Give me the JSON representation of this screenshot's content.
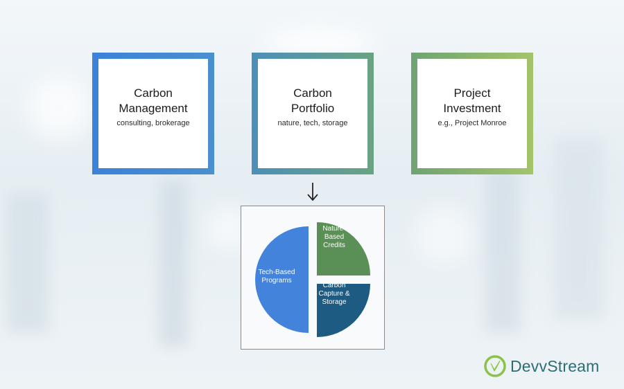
{
  "boxes": [
    {
      "title": "Carbon\nManagement",
      "subtitle": "consulting, brokerage",
      "color_start": "#3b82d8",
      "color_end": "#4a8fd0"
    },
    {
      "title": "Carbon\nPortfolio",
      "subtitle": "nature, tech, storage",
      "color_start": "#4c8fb8",
      "color_end": "#6aa382"
    },
    {
      "title": "Project\nInvestment",
      "subtitle": "e.g., Project Monroe",
      "color_start": "#6fa374",
      "color_end": "#a3c46a"
    }
  ],
  "pie": {
    "segments": [
      {
        "label": "Tech-Based\nPrograms",
        "fraction": 0.5,
        "color": "#4383dc"
      },
      {
        "label": "Nature-\nBased\nCredits",
        "fraction": 0.25,
        "color": "#5a8f55"
      },
      {
        "label": "Carbon\nCapture &\nStorage",
        "fraction": 0.25,
        "color": "#1d5b83"
      }
    ]
  },
  "logo": {
    "name": "DevvStream",
    "color": "#2d6e74",
    "icon_color": "#8bc34a"
  }
}
